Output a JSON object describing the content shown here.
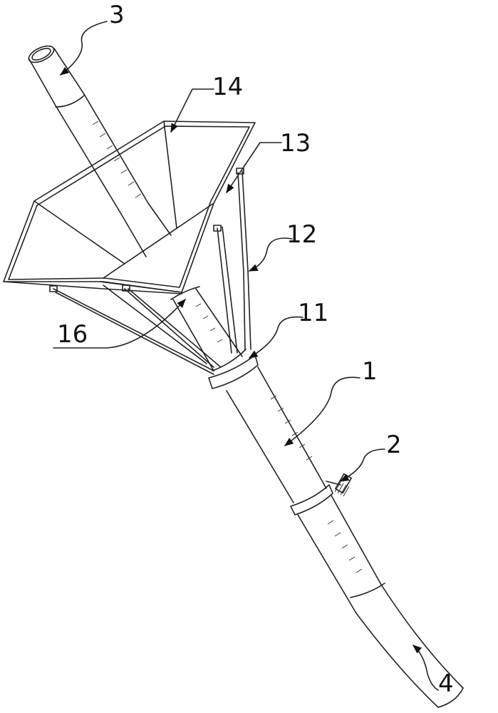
{
  "figure": {
    "labels": {
      "l1": "1",
      "l2": "2",
      "l3": "3",
      "l4": "4",
      "l11": "11",
      "l12": "12",
      "l13": "13",
      "l14": "14",
      "l16": "16"
    },
    "colors": {
      "line": "#222222",
      "background": "#ffffff"
    }
  }
}
